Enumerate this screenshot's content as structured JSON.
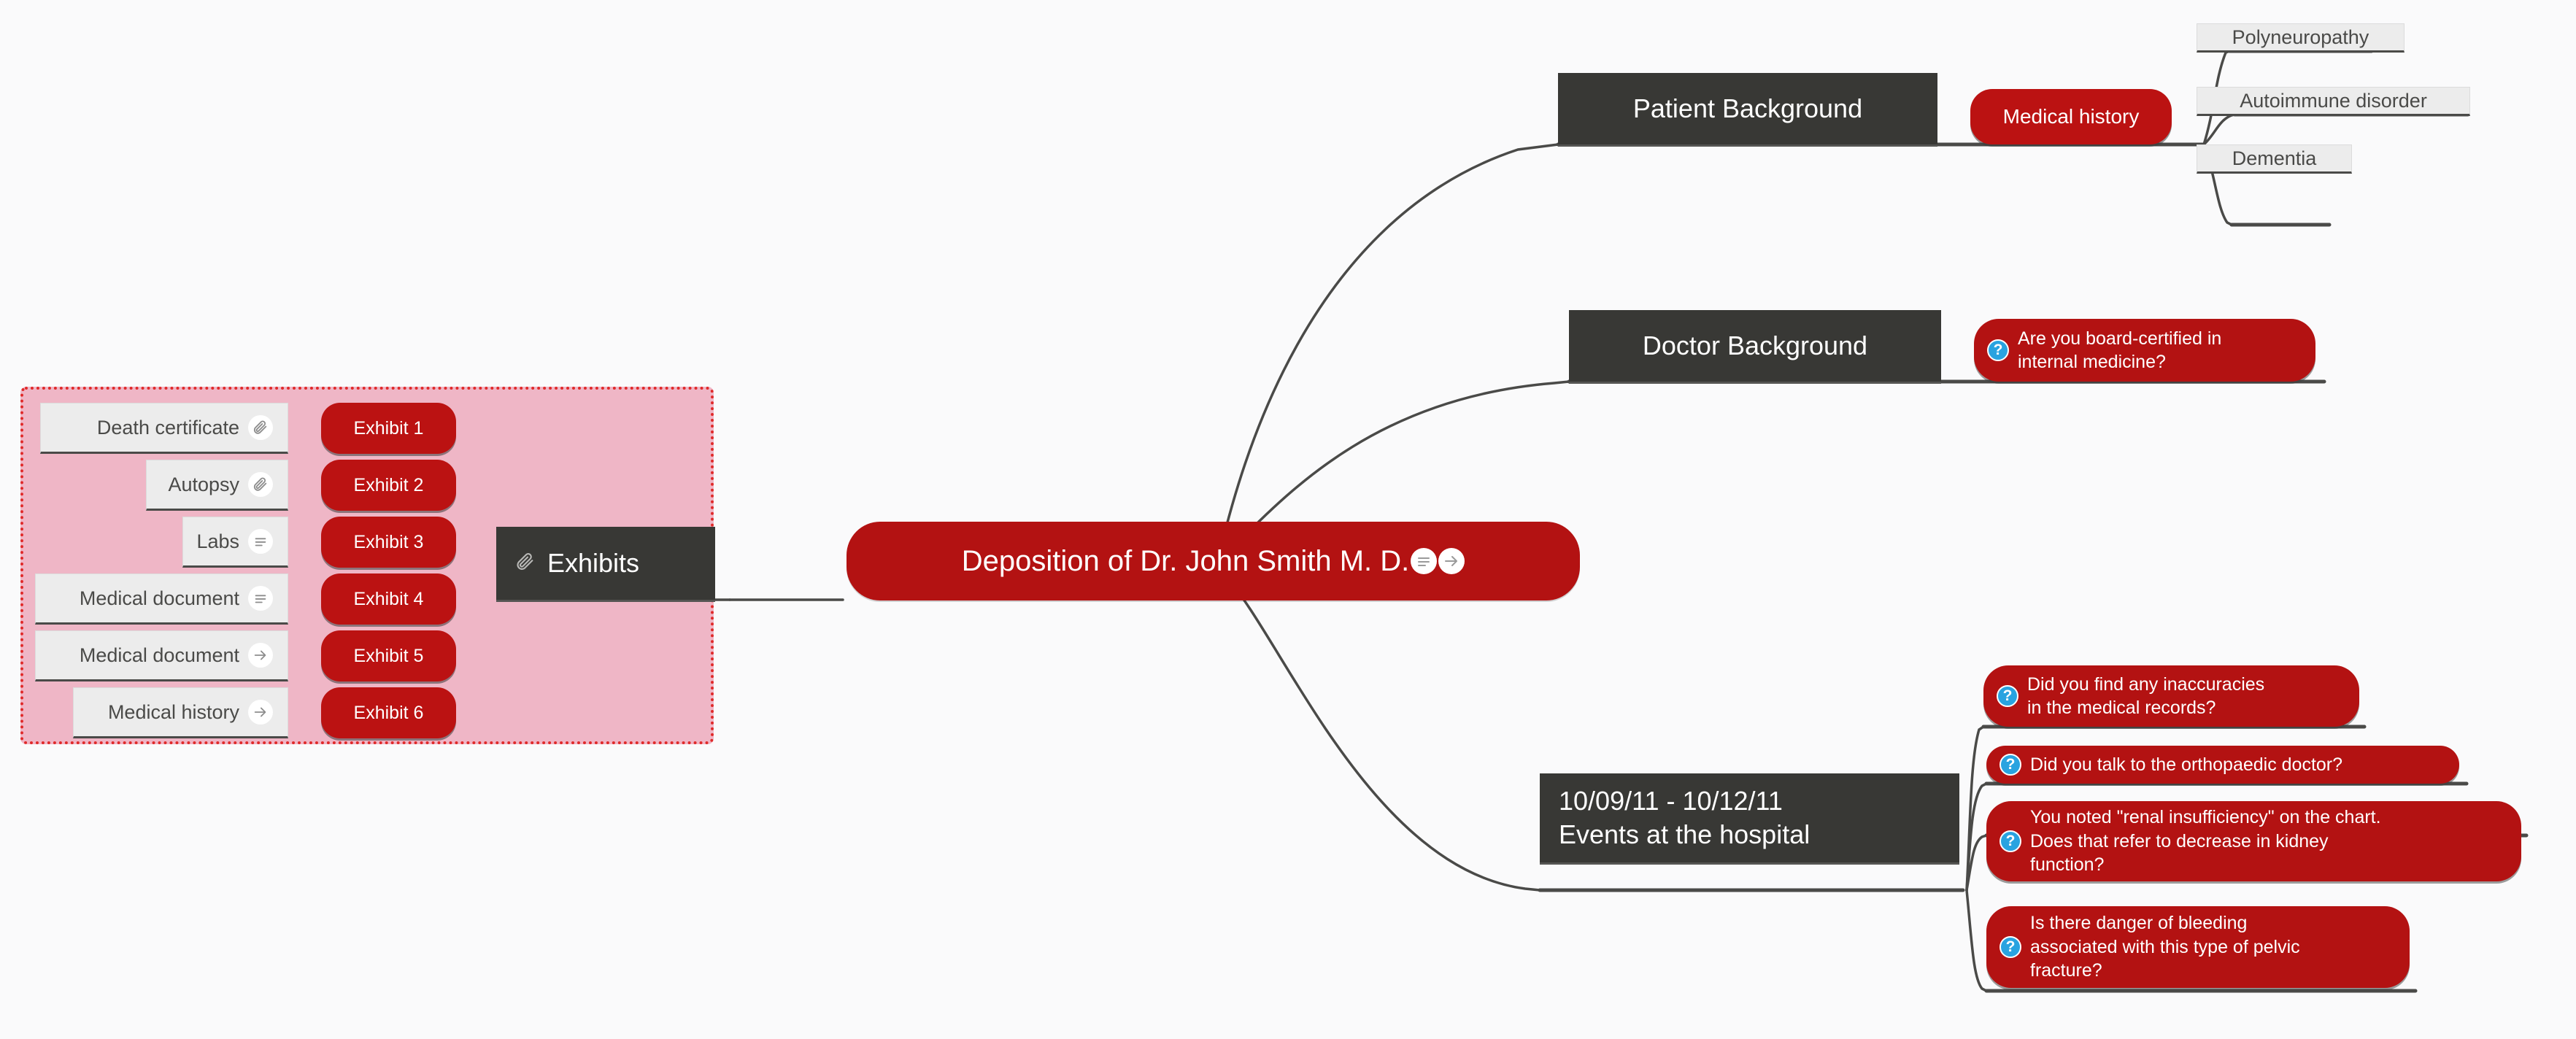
{
  "title": "Deposition of Dr. John Smith M. D.",
  "colors": {
    "accent_red": "#b31212",
    "pill_red": "#bb1212",
    "topic_dark": "#383835",
    "group_pink": "#efb6c6",
    "group_border": "#e02a2a",
    "leaf_grey": "#ececec",
    "question_badge_blue": "#29a3e0",
    "connector": "#4a4a48",
    "page_background": "#fafafb"
  },
  "root": {
    "label": "Deposition of Dr. John Smith M. D.",
    "icons": [
      "note-icon",
      "arrow-right-icon"
    ]
  },
  "branches": [
    {
      "id": "patient-background",
      "label": "Patient Background",
      "children": [
        {
          "label": "Medical history",
          "type": "red-pill",
          "children": [
            {
              "label": "Polyneuropathy",
              "type": "grey-box"
            },
            {
              "label": "Autoimmune disorder",
              "type": "grey-box"
            },
            {
              "label": "Dementia",
              "type": "grey-box"
            }
          ]
        }
      ]
    },
    {
      "id": "doctor-background",
      "label": "Doctor Background",
      "children": [
        {
          "label": "Are you board-certified in\ninternal medicine?",
          "type": "question",
          "icon": "question-badge-icon"
        }
      ]
    },
    {
      "id": "hospital-events",
      "label": "10/09/11 - 10/12/11\nEvents at the hospital",
      "line1": "10/09/11 - 10/12/11",
      "line2": "Events at the hospital",
      "children": [
        {
          "label": "Did you find any inaccuracies\nin the medical records?",
          "type": "question",
          "icon": "question-badge-icon"
        },
        {
          "label": "Did you talk to the orthopaedic doctor?",
          "type": "question",
          "icon": "question-badge-icon"
        },
        {
          "label": "You noted \"renal insufficiency\" on the chart.\nDoes that refer to decrease in kidney\nfunction?",
          "type": "question",
          "icon": "question-badge-icon"
        },
        {
          "label": "Is there danger of bleeding\nassociated with this type of pelvic\nfracture?",
          "type": "question",
          "icon": "question-badge-icon"
        }
      ]
    },
    {
      "id": "exhibits",
      "label": "Exhibits",
      "icon": "paperclip-icon",
      "group_highlight": true,
      "children": [
        {
          "document": "Death certificate",
          "doc_icon": "paperclip-icon",
          "exhibit": "Exhibit 1"
        },
        {
          "document": "Autopsy",
          "doc_icon": "paperclip-icon",
          "exhibit": "Exhibit 2"
        },
        {
          "document": "Labs",
          "doc_icon": "note-icon",
          "exhibit": "Exhibit 3"
        },
        {
          "document": "Medical document",
          "doc_icon": "note-icon",
          "exhibit": "Exhibit 4"
        },
        {
          "document": "Medical document",
          "doc_icon": "arrow-right-icon",
          "exhibit": "Exhibit 5"
        },
        {
          "document": "Medical history",
          "doc_icon": "arrow-right-icon",
          "exhibit": "Exhibit 6"
        }
      ]
    }
  ]
}
